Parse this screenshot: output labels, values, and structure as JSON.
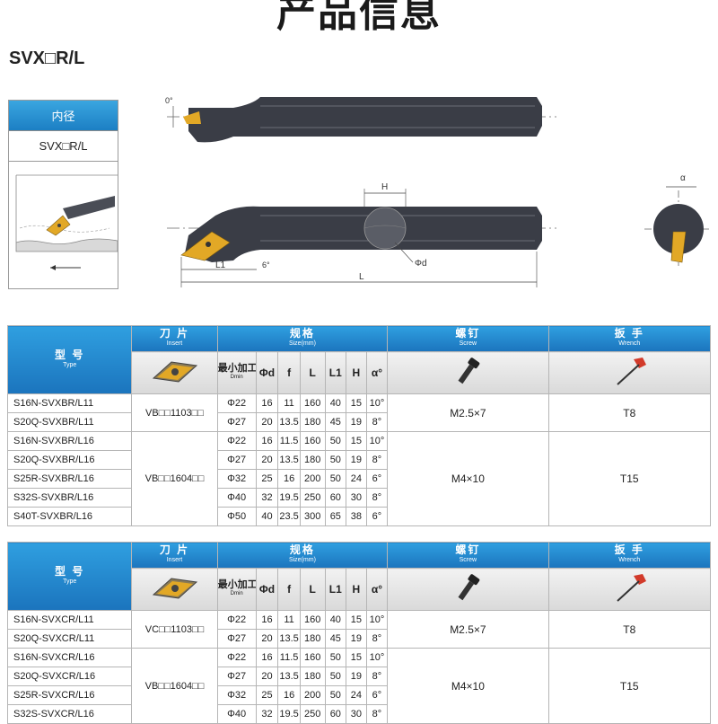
{
  "page": {
    "header_title": "产品信息",
    "model_title": "SVX□R/L"
  },
  "info_box": {
    "head": "内径",
    "model": "SVX□R/L"
  },
  "drawing_labels": {
    "top_angle": "0°",
    "H": "H",
    "L1": "L1",
    "six_deg": "6°",
    "phi_d": "Φd",
    "L": "L",
    "alpha": "α"
  },
  "colors": {
    "header_blue": "#1c7fc4",
    "tool_body": "#3a3d46",
    "insert_gold": "#e2a826",
    "wrench_red": "#d23a2a"
  },
  "tables": [
    {
      "headers": {
        "model_cn": "型 号",
        "model_en": "Type",
        "insert_cn": "刀 片",
        "insert_en": "Insert",
        "spec_cn": "规格",
        "spec_en": "Size(mm)",
        "screw_cn": "螺钉",
        "screw_en": "Screw",
        "wrench_cn": "扳 手",
        "wrench_en": "Wrench",
        "dmin_cn": "最小加工孔径",
        "dmin_en": "Dmin",
        "col_phid": "Φd",
        "col_f": "f",
        "col_L": "L",
        "col_L1": "L1",
        "col_H": "H",
        "col_a": "α°"
      },
      "rows": [
        {
          "model": "S16N-SVXBR/L11",
          "dmin": "Φ22",
          "d": "16",
          "f": "11",
          "L": "160",
          "L1": "40",
          "H": "15",
          "a": "10°"
        },
        {
          "model": "S20Q-SVXBR/L11",
          "dmin": "Φ27",
          "d": "20",
          "f": "13.5",
          "L": "180",
          "L1": "45",
          "H": "19",
          "a": "8°"
        },
        {
          "model": "S16N-SVXBR/L16",
          "dmin": "Φ22",
          "d": "16",
          "f": "11.5",
          "L": "160",
          "L1": "50",
          "H": "15",
          "a": "10°"
        },
        {
          "model": "S20Q-SVXBR/L16",
          "dmin": "Φ27",
          "d": "20",
          "f": "13.5",
          "L": "180",
          "L1": "50",
          "H": "19",
          "a": "8°"
        },
        {
          "model": "S25R-SVXBR/L16",
          "dmin": "Φ32",
          "d": "25",
          "f": "16",
          "L": "200",
          "L1": "50",
          "H": "24",
          "a": "6°"
        },
        {
          "model": "S32S-SVXBR/L16",
          "dmin": "Φ40",
          "d": "32",
          "f": "19.5",
          "L": "250",
          "L1": "60",
          "H": "30",
          "a": "8°"
        },
        {
          "model": "S40T-SVXBR/L16",
          "dmin": "Φ50",
          "d": "40",
          "f": "23.5",
          "L": "300",
          "L1": "65",
          "H": "38",
          "a": "6°"
        }
      ],
      "groups": [
        {
          "insert": "VB□□1103□□",
          "screw": "M2.5×7",
          "wrench": "T8"
        },
        {
          "insert": "VB□□1604□□",
          "screw": "M4×10",
          "wrench": "T15"
        }
      ]
    },
    {
      "headers": {
        "model_cn": "型 号",
        "model_en": "Type",
        "insert_cn": "刀 片",
        "insert_en": "Insert",
        "spec_cn": "规格",
        "spec_en": "Size(mm)",
        "screw_cn": "螺钉",
        "screw_en": "Screw",
        "wrench_cn": "扳 手",
        "wrench_en": "Wrench",
        "dmin_cn": "最小加工孔径",
        "dmin_en": "Dmin",
        "col_phid": "Φd",
        "col_f": "f",
        "col_L": "L",
        "col_L1": "L1",
        "col_H": "H",
        "col_a": "α°"
      },
      "rows": [
        {
          "model": "S16N-SVXCR/L11",
          "dmin": "Φ22",
          "d": "16",
          "f": "11",
          "L": "160",
          "L1": "40",
          "H": "15",
          "a": "10°"
        },
        {
          "model": "S20Q-SVXCR/L11",
          "dmin": "Φ27",
          "d": "20",
          "f": "13.5",
          "L": "180",
          "L1": "45",
          "H": "19",
          "a": "8°"
        },
        {
          "model": "S16N-SVXCR/L16",
          "dmin": "Φ22",
          "d": "16",
          "f": "11.5",
          "L": "160",
          "L1": "50",
          "H": "15",
          "a": "10°"
        },
        {
          "model": "S20Q-SVXCR/L16",
          "dmin": "Φ27",
          "d": "20",
          "f": "13.5",
          "L": "180",
          "L1": "50",
          "H": "19",
          "a": "8°"
        },
        {
          "model": "S25R-SVXCR/L16",
          "dmin": "Φ32",
          "d": "25",
          "f": "16",
          "L": "200",
          "L1": "50",
          "H": "24",
          "a": "6°"
        },
        {
          "model": "S32S-SVXCR/L16",
          "dmin": "Φ40",
          "d": "32",
          "f": "19.5",
          "L": "250",
          "L1": "60",
          "H": "30",
          "a": "8°"
        }
      ],
      "groups": [
        {
          "insert": "VC□□1103□□",
          "screw": "M2.5×7",
          "wrench": "T8"
        },
        {
          "insert": "VB□□1604□□",
          "screw": "M4×10",
          "wrench": "T15"
        }
      ]
    }
  ]
}
